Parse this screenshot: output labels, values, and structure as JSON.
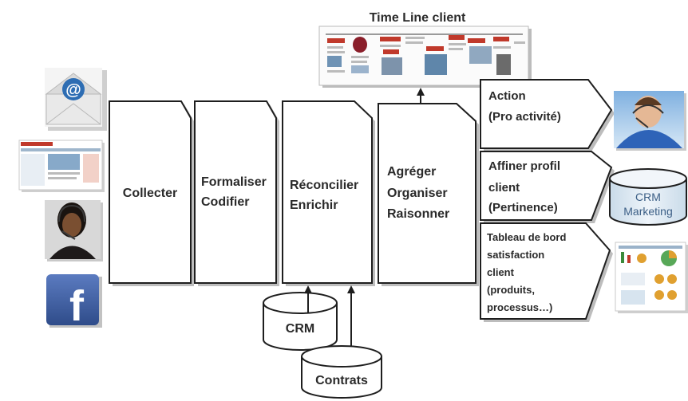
{
  "timeline": {
    "title": "Time Line client"
  },
  "steps": {
    "collect": "Collecter",
    "formalise": [
      "Formaliser",
      "Codifier"
    ],
    "reconcile": [
      "Réconcilier",
      "Enrichir"
    ],
    "aggregate": [
      "Agréger",
      "Organiser",
      "Raisonner"
    ]
  },
  "outputs": {
    "action": [
      "Action",
      "(Pro activité)"
    ],
    "profile": [
      "Affiner profil",
      "client",
      "(Pertinence)"
    ],
    "dashboard": [
      "Tableau de bord",
      "satisfaction",
      "client",
      "(produits,",
      "processus…)"
    ]
  },
  "databases": {
    "crm": "CRM",
    "contrats": "Contrats",
    "crm_marketing": [
      "CRM",
      "Marketing"
    ]
  },
  "sources": {
    "email_icon": "at-sign-envelope-icon",
    "web_icon": "web-page-icon",
    "phone_icon": "call-center-agent-icon",
    "facebook_icon": "facebook-icon",
    "facebook_glyph": "f"
  },
  "colors": {
    "outline": "#1e1e1e",
    "db_fill_light": "#e4eef6",
    "crm_marketing_text": "#3c5f86",
    "facebook_blue": "#3b5998",
    "email_blue": "#2d6db3"
  }
}
